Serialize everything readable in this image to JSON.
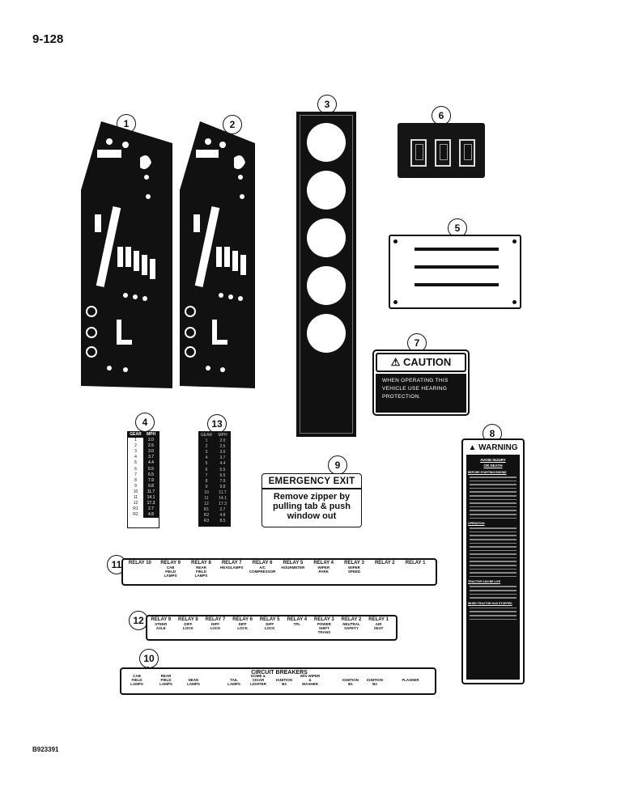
{
  "page_number": "9-128",
  "figure_id": "B923391",
  "callouts": [
    "1",
    "2",
    "3",
    "4",
    "5",
    "6",
    "7",
    "8",
    "9",
    "10",
    "11",
    "12",
    "13"
  ],
  "caution": {
    "header": "CAUTION",
    "lines": [
      "WHEN OPERATING THIS",
      "VEHICLE USE HEARING",
      "PROTECTION."
    ]
  },
  "warning": {
    "header": "WARNING",
    "subheader": [
      "AVOID INJURY",
      "OR DEATH"
    ],
    "sections": [
      "BEFORE STARTING ENGINE",
      "OPERATION",
      "TRACTOR CAN BE LIVE",
      "WHEN TRACTOR HAS STOPPED"
    ]
  },
  "emergency_exit": {
    "title": "EMERGENCY EXIT",
    "lines": [
      "Remove zipper by",
      "pulling tab & push",
      "window out"
    ]
  },
  "speed_table_4": {
    "headers": [
      "GEAR",
      "MPH"
    ],
    "rows": [
      [
        "1",
        "2.0"
      ],
      [
        "2",
        "2.5"
      ],
      [
        "3",
        "3.0"
      ],
      [
        "4",
        "3.7"
      ],
      [
        "5",
        "4.4"
      ],
      [
        "6",
        "5.5"
      ],
      [
        "7",
        "6.5"
      ],
      [
        "8",
        "7.9"
      ],
      [
        "9",
        "9.8"
      ],
      [
        "10",
        "11.7"
      ],
      [
        "11",
        "14.1"
      ],
      [
        "12",
        "17.3"
      ],
      [
        "R1",
        "2.7"
      ],
      [
        "R2",
        "4.8"
      ]
    ]
  },
  "speed_table_13": {
    "headers": [
      "GEAR",
      "MPH"
    ],
    "rows": [
      [
        "1",
        "2.0"
      ],
      [
        "2",
        "2.5"
      ],
      [
        "3",
        "3.0"
      ],
      [
        "4",
        "3.7"
      ],
      [
        "5",
        "4.4"
      ],
      [
        "6",
        "5.5"
      ],
      [
        "7",
        "6.5"
      ],
      [
        "8",
        "7.9"
      ],
      [
        "9",
        "9.8"
      ],
      [
        "10",
        "11.7"
      ],
      [
        "11",
        "14.1"
      ],
      [
        "12",
        "17.3"
      ],
      [
        "R1",
        "2.7"
      ],
      [
        "R2",
        "4.8"
      ],
      [
        "R3",
        "8.5"
      ]
    ]
  },
  "relay_strip_11": [
    {
      "h": "RELAY 10",
      "d": []
    },
    {
      "h": "RELAY 9",
      "d": [
        "CAB",
        "FIELD",
        "LAMPS"
      ]
    },
    {
      "h": "RELAY 8",
      "d": [
        "REAR",
        "FIELD",
        "LAMPS"
      ]
    },
    {
      "h": "RELAY 7",
      "d": [
        "HEADLAMPS"
      ]
    },
    {
      "h": "RELAY 6",
      "d": [
        "A/C",
        "COMPRESSOR"
      ]
    },
    {
      "h": "RELAY 5",
      "d": [
        "HOURMETER"
      ]
    },
    {
      "h": "RELAY 4",
      "d": [
        "WIPER",
        "PARK"
      ]
    },
    {
      "h": "RELAY 3",
      "d": [
        "WIPER",
        "SPEED"
      ]
    },
    {
      "h": "RELAY 2",
      "d": []
    },
    {
      "h": "RELAY 1",
      "d": []
    }
  ],
  "relay_strip_12": [
    {
      "h": "RELAY 9",
      "d": [
        "STEER",
        "AXLE"
      ]
    },
    {
      "h": "RELAY 8",
      "d": [
        "DIFF",
        "LOCK"
      ]
    },
    {
      "h": "RELAY 7",
      "d": [
        "DIFF",
        "LOCK"
      ]
    },
    {
      "h": "RELAY 6",
      "d": [
        "DIFF",
        "LOCK"
      ]
    },
    {
      "h": "RELAY 5",
      "d": [
        "DIFF",
        "LOCK"
      ]
    },
    {
      "h": "RELAY 4",
      "d": [
        "TPL"
      ]
    },
    {
      "h": "RELAY 3",
      "d": [
        "POWER",
        "SHIFT",
        "TRANS"
      ]
    },
    {
      "h": "RELAY 2",
      "d": [
        "NEUTRAL",
        "SAFETY"
      ]
    },
    {
      "h": "RELAY 1",
      "d": [
        "AIR",
        "SEAT"
      ]
    }
  ],
  "breaker_strip_10": {
    "title": "CIRCUIT BREAKERS",
    "cells": [
      {
        "d": [
          "CAB",
          "FIELD",
          "LAMPS"
        ]
      },
      {
        "d": [
          "REAR",
          "FIELD",
          "LAMPS"
        ]
      },
      {
        "d": [
          "HEAD",
          "LAMPS"
        ]
      },
      {
        "d": [
          "TAIL",
          "LAMPS"
        ]
      },
      {
        "d": [
          "DOME &",
          "CIGAR",
          "LIGHTER"
        ]
      },
      {
        "d": [
          "IGNITION",
          "B3"
        ]
      },
      {
        "d": [
          "W/S WIPER",
          "&",
          "WASHER"
        ]
      },
      {
        "d": [
          "IGNITION",
          "B1"
        ]
      },
      {
        "d": [
          "IGNITION",
          "B2"
        ]
      },
      {
        "d": [
          "FLASHER"
        ]
      }
    ]
  }
}
